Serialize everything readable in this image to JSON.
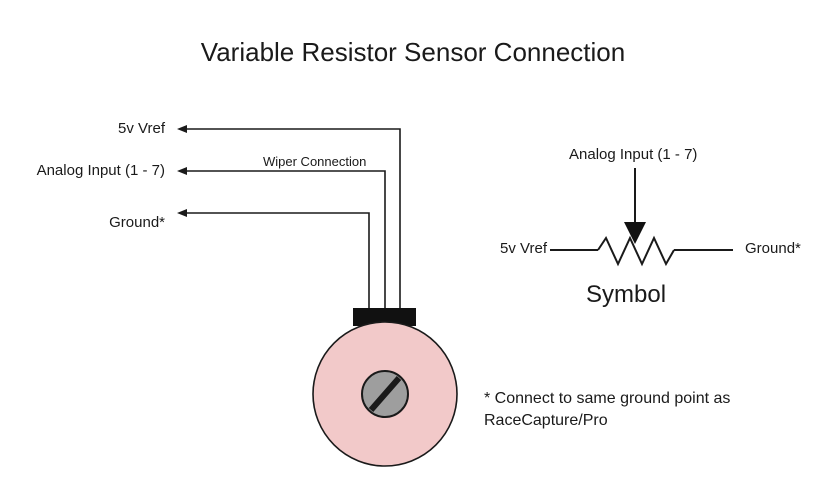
{
  "title": "Variable Resistor Sensor Connection",
  "left_wiring": {
    "vref_label": "5v Vref",
    "analog_label": "Analog Input  (1 - 7)",
    "ground_label": "Ground*",
    "wiper_label": "Wiper Connection"
  },
  "symbol": {
    "analog_label": "Analog Input  (1 - 7)",
    "vref_label": "5v Vref",
    "ground_label": "Ground*",
    "caption": "Symbol"
  },
  "note": {
    "line1": "* Connect to same ground point as",
    "line2": "RaceCapture/Pro"
  },
  "colors": {
    "line": "#1a1a1a",
    "potentiometer_body": "#f2c9c9",
    "knob": "#9e9e9e",
    "connector": "#111111"
  }
}
